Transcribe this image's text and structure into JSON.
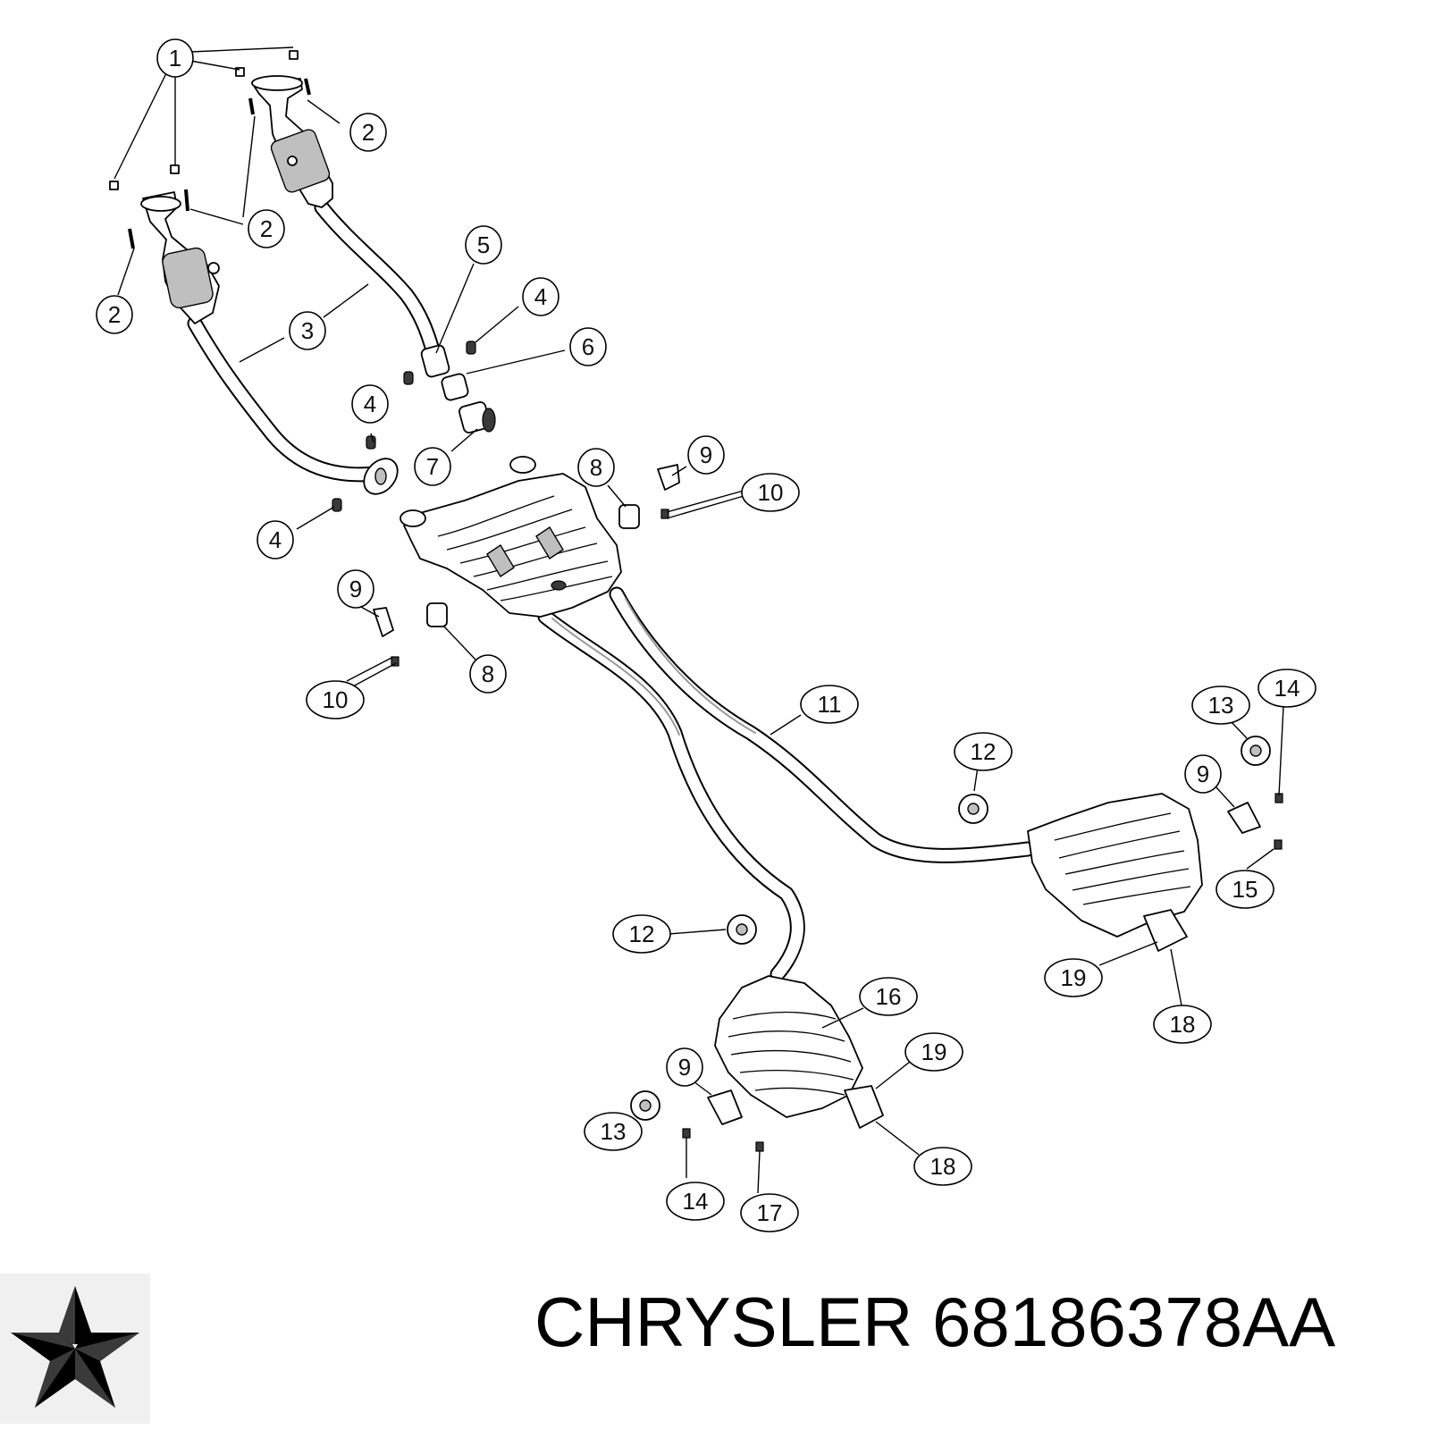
{
  "diagram": {
    "callouts": [
      {
        "id": "c1",
        "label": "1"
      },
      {
        "id": "c2a",
        "label": "2"
      },
      {
        "id": "c2b",
        "label": "2"
      },
      {
        "id": "c2c",
        "label": "2"
      },
      {
        "id": "c3",
        "label": "3"
      },
      {
        "id": "c4a",
        "label": "4"
      },
      {
        "id": "c4b",
        "label": "4"
      },
      {
        "id": "c4c",
        "label": "4"
      },
      {
        "id": "c5",
        "label": "5"
      },
      {
        "id": "c6",
        "label": "6"
      },
      {
        "id": "c7",
        "label": "7"
      },
      {
        "id": "c8a",
        "label": "8"
      },
      {
        "id": "c8b",
        "label": "8"
      },
      {
        "id": "c9a",
        "label": "9"
      },
      {
        "id": "c9b",
        "label": "9"
      },
      {
        "id": "c9c",
        "label": "9"
      },
      {
        "id": "c9d",
        "label": "9"
      },
      {
        "id": "c10a",
        "label": "10"
      },
      {
        "id": "c10b",
        "label": "10"
      },
      {
        "id": "c11",
        "label": "11"
      },
      {
        "id": "c12a",
        "label": "12"
      },
      {
        "id": "c12b",
        "label": "12"
      },
      {
        "id": "c13a",
        "label": "13"
      },
      {
        "id": "c13b",
        "label": "13"
      },
      {
        "id": "c14a",
        "label": "14"
      },
      {
        "id": "c14b",
        "label": "14"
      },
      {
        "id": "c15",
        "label": "15"
      },
      {
        "id": "c16",
        "label": "16"
      },
      {
        "id": "c17",
        "label": "17"
      },
      {
        "id": "c18a",
        "label": "18"
      },
      {
        "id": "c18b",
        "label": "18"
      },
      {
        "id": "c19a",
        "label": "19"
      },
      {
        "id": "c19b",
        "label": "19"
      }
    ]
  },
  "brand": {
    "logo": "pentastar-logo",
    "caption": "CHRYSLER 68186378AA"
  }
}
